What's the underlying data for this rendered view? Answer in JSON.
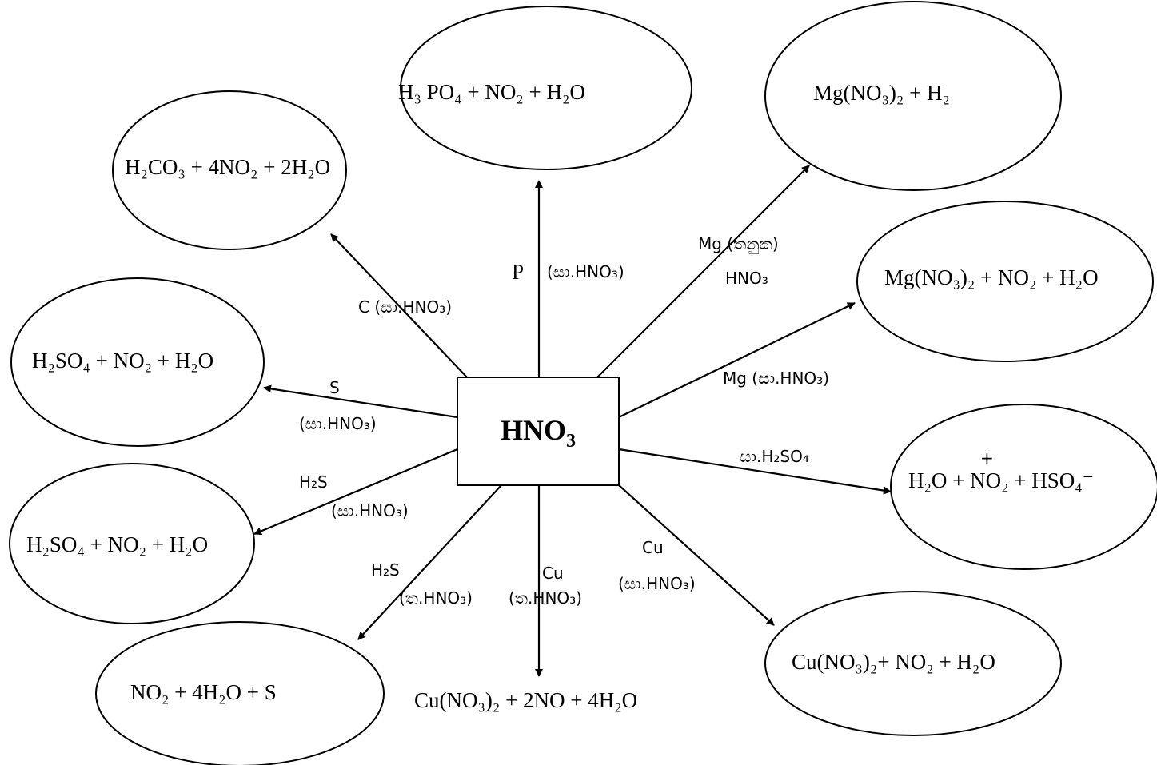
{
  "center": {
    "text": "HNO",
    "sub": "3"
  },
  "products": {
    "phosphoric": "H₃ PO₄ + NO₂ + H₂O",
    "carbonic": "H₂CO₃ + 4NO₂ + 2H₂O",
    "mg_dilute": "Mg(NO₃)₂ + H₂",
    "mg_conc": "Mg(NO₃)₂ + NO₂ + H₂O",
    "sulfur": "H₂SO₄ + NO₂ + H₂O",
    "h2s_conc": "H₂SO₄ + NO₂ + H₂O",
    "nitronium_sign": "+",
    "nitronium": "H₂O + NO₂ + HSO₄⁻",
    "h2s_dilute": "NO₂ + 4H₂O + S",
    "cu_dilute": "Cu(NO₃)₂ + 2NO + 4H₂O",
    "cu_conc": "Cu(NO₃)₂+ NO₂ + H₂O"
  },
  "reagents": {
    "p_label": "P",
    "p_cond": "(සා.HNO₃)",
    "c": "C (සා.HNO₃)",
    "mg_dilute_line1": "Mg (තනුක)",
    "mg_dilute_line2": "HNO₃",
    "mg_conc": "Mg (සා.HNO₃)",
    "s_label": "S",
    "s_cond": "(සා.HNO₃)",
    "h2so4": "සා.H₂SO₄",
    "h2s_conc_label": "H₂S",
    "h2s_conc_cond": "(සා.HNO₃)",
    "h2s_dilute_label": "H₂S",
    "h2s_dilute_cond": "(ත.HNO₃)",
    "cu_dilute_label": "Cu",
    "cu_dilute_cond": "(ත.HNO₃)",
    "cu_conc_label": "Cu",
    "cu_conc_cond": "(සා.HNO₃)"
  }
}
